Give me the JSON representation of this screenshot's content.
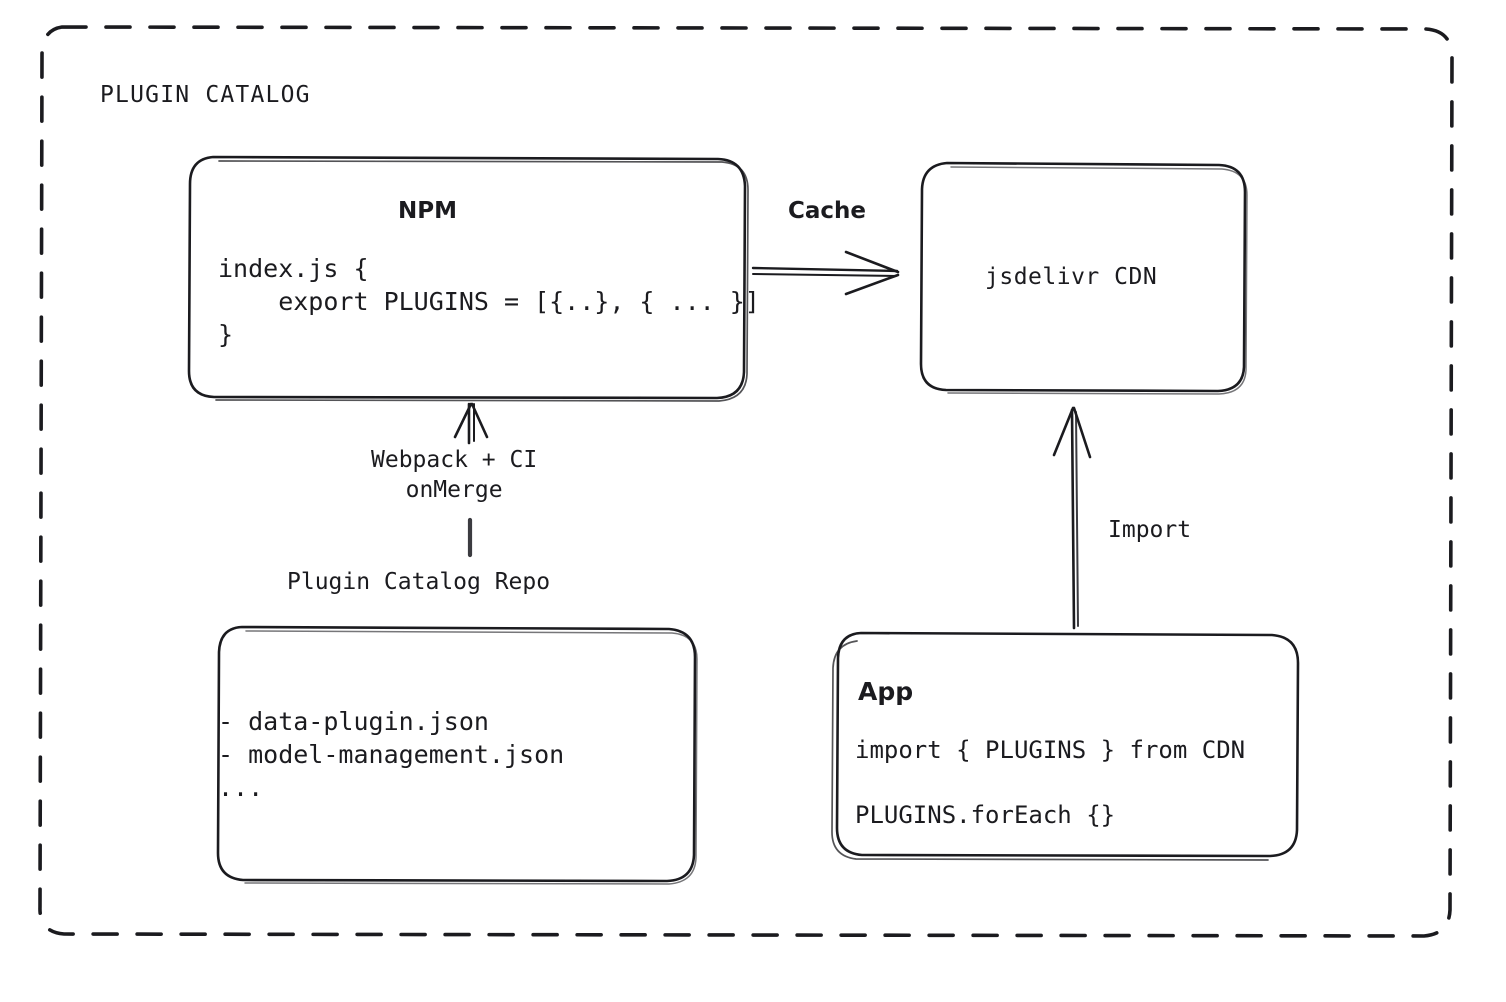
{
  "diagram": {
    "title": "PLUGIN CATALOG",
    "container_name": "plugin-catalog-boundary",
    "background": "#ffffff",
    "stroke_color": "#1b1b1f",
    "nodes": {
      "npm": {
        "title": "NPM",
        "code_lines": [
          "index.js {",
          "    export PLUGINS = [{..}, { ... }]",
          "}"
        ],
        "code_text": "index.js {\n    export PLUGINS = [{..}, { ... }]\n}"
      },
      "cdn": {
        "title": "jsdelivr CDN"
      },
      "repo": {
        "caption": "Plugin Catalog Repo",
        "items": [
          "- data-plugin.json",
          "- model-management.json",
          "..."
        ],
        "items_text": "- data-plugin.json\n- model-management.json\n..."
      },
      "app": {
        "title": "App",
        "line1": "import { PLUGINS } from CDN",
        "line2": "PLUGINS.forEach {}"
      }
    },
    "edges": {
      "npm_to_cdn": {
        "label": "Cache",
        "from": "NPM",
        "to": "jsdelivr CDN",
        "direction": "right"
      },
      "repo_to_npm": {
        "label": "Webpack + CI\nonMerge",
        "label_line1": "Webpack + CI",
        "label_line2": "onMerge",
        "from": "Plugin Catalog Repo",
        "to": "NPM",
        "direction": "up"
      },
      "app_to_cdn": {
        "label": "Import",
        "from": "App",
        "to": "jsdelivr CDN",
        "direction": "up"
      }
    }
  }
}
